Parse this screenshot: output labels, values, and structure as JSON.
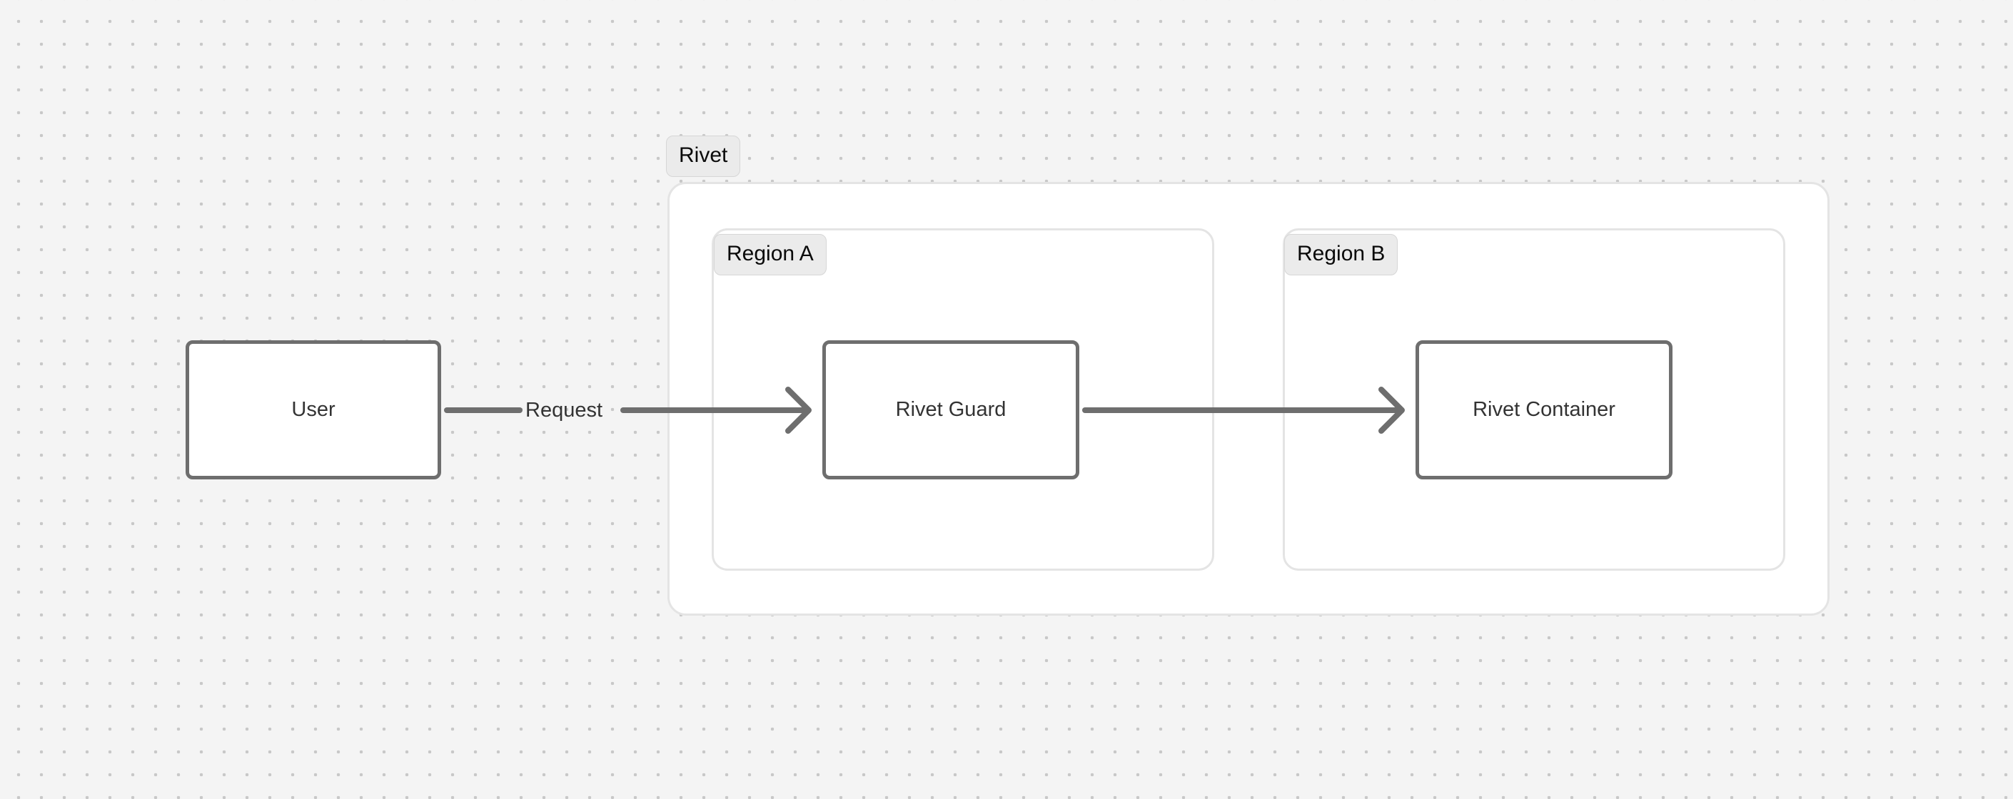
{
  "diagram": {
    "type": "flowchart",
    "direction": "left-to-right",
    "background": "#f4f4f4",
    "grid": "dotted",
    "node_border_color": "#6e6e6e",
    "edge_color": "#6e6e6e",
    "cluster_border_color": "#e4e4e4",
    "chip_bg_color": "#ebebeb",
    "text_color": "#333333"
  },
  "clusters": [
    {
      "id": "rivet",
      "label": "Rivet"
    },
    {
      "id": "region_a",
      "label": "Region A"
    },
    {
      "id": "region_b",
      "label": "Region B"
    }
  ],
  "nodes": [
    {
      "id": "user",
      "label": "User"
    },
    {
      "id": "rivet_guard",
      "label": "Rivet Guard"
    },
    {
      "id": "rivet_container",
      "label": "Rivet Container"
    }
  ],
  "edges": [
    {
      "id": "e1",
      "from": "user",
      "to": "rivet_guard",
      "label": "Request",
      "arrow": "chevron"
    },
    {
      "id": "e2",
      "from": "rivet_guard",
      "to": "rivet_container",
      "label": "",
      "arrow": "chevron"
    }
  ]
}
